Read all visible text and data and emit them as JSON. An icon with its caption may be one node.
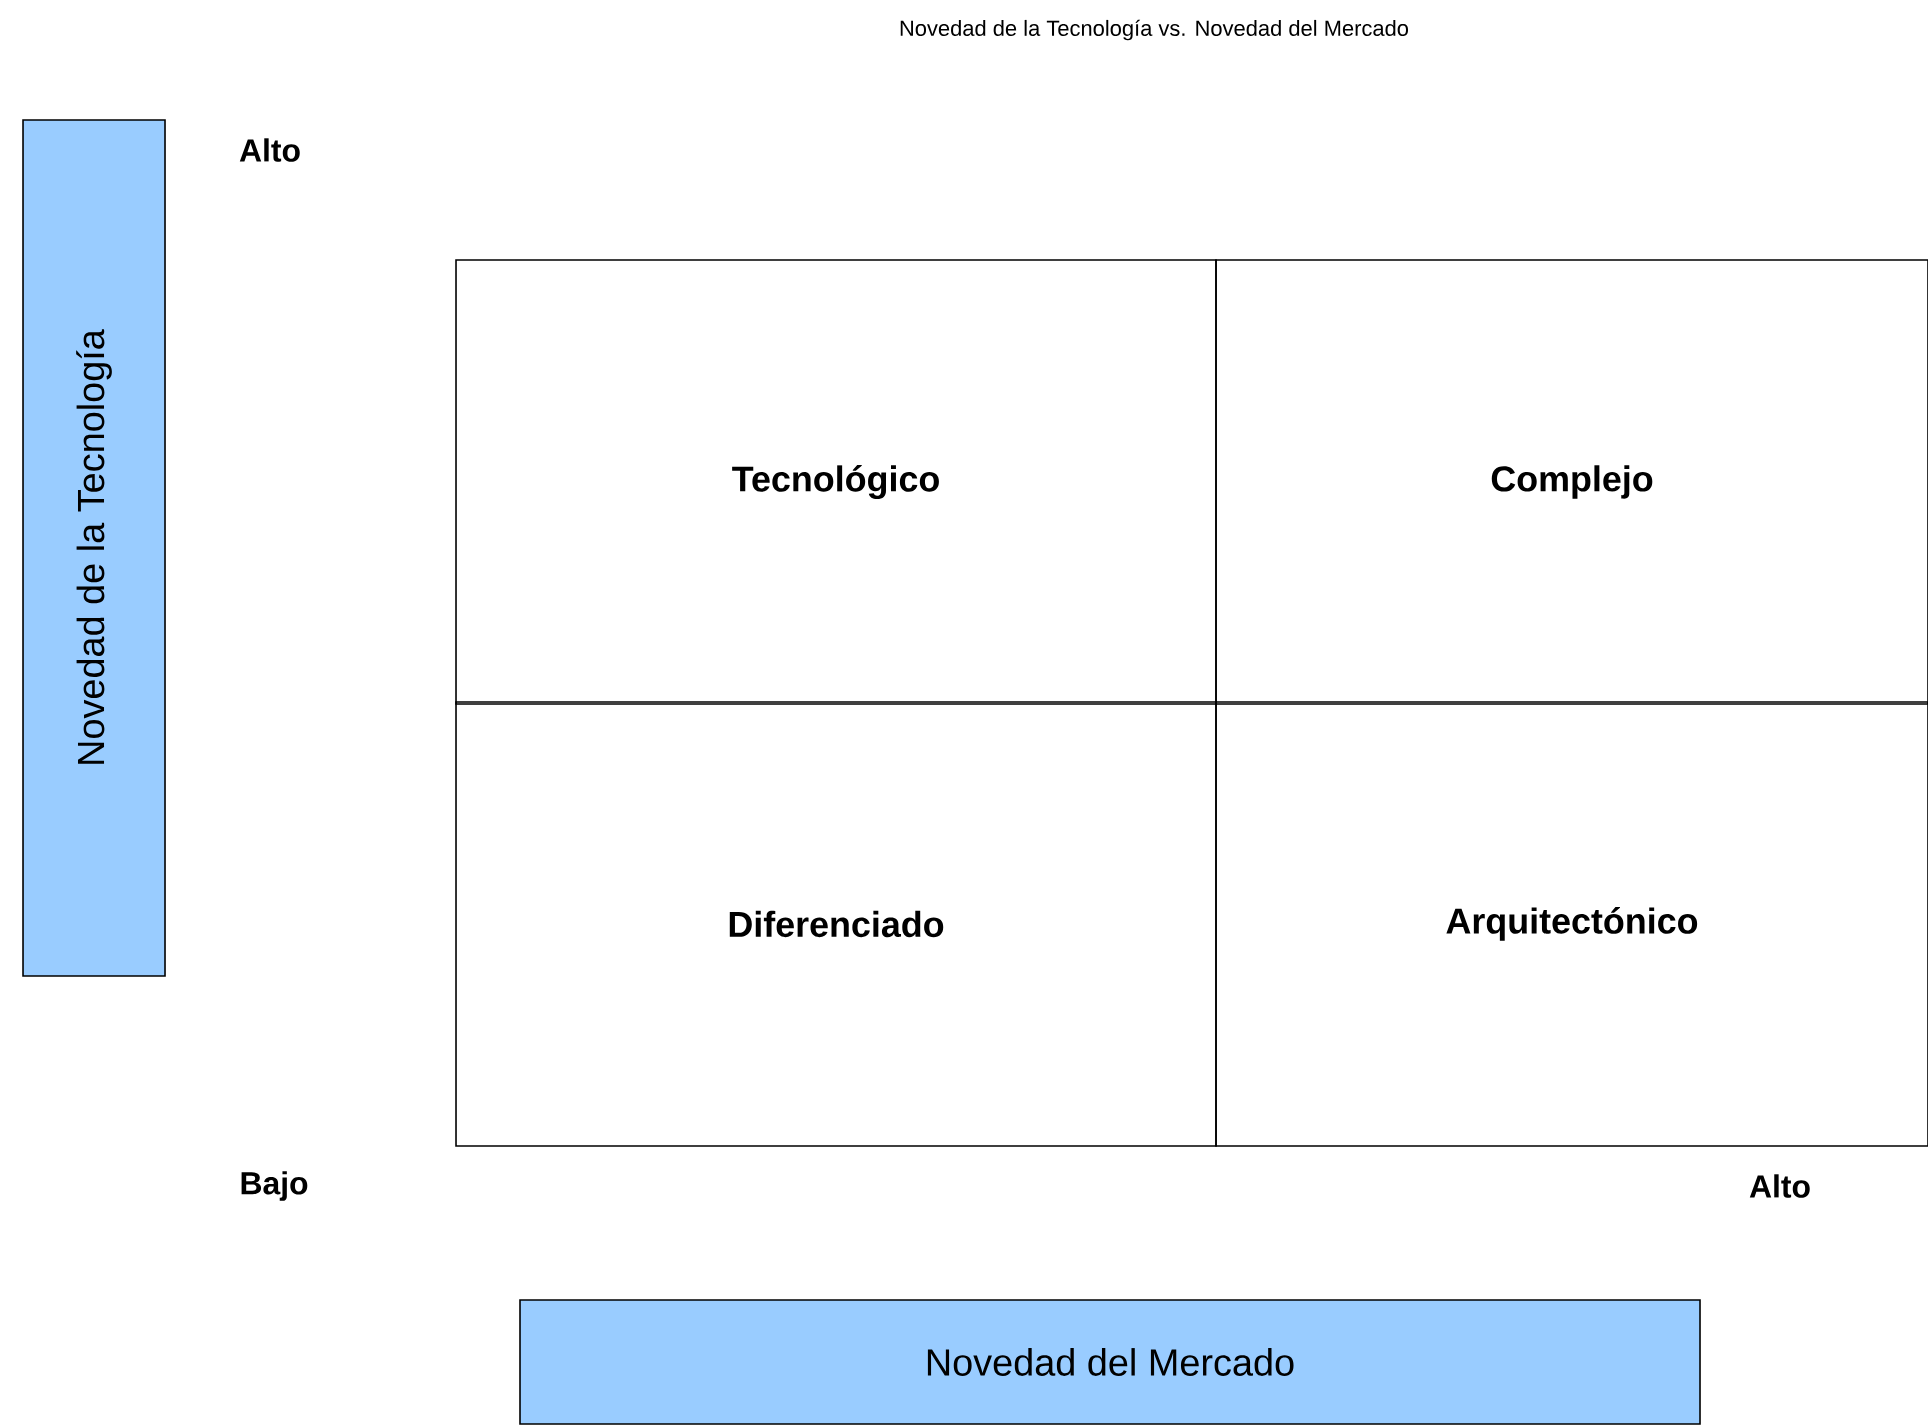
{
  "diagram": {
    "title": "Novedad de la Tecnología vs. Novedad del Mercado",
    "nodes": [
      {
        "text": [
          "Novedad de la Tecnología"
        ]
      },
      {
        "text": [
          "Tecnológico"
        ]
      },
      {
        "text": [
          "Complejo"
        ]
      },
      {
        "text": [
          "Diferenciado"
        ]
      },
      {
        "text": [
          "Arquitectónico"
        ]
      },
      {
        "text": [
          "Novedad del Mercado"
        ]
      }
    ],
    "labels": [
      "Alto",
      "Bajo",
      "Alto"
    ]
  }
}
